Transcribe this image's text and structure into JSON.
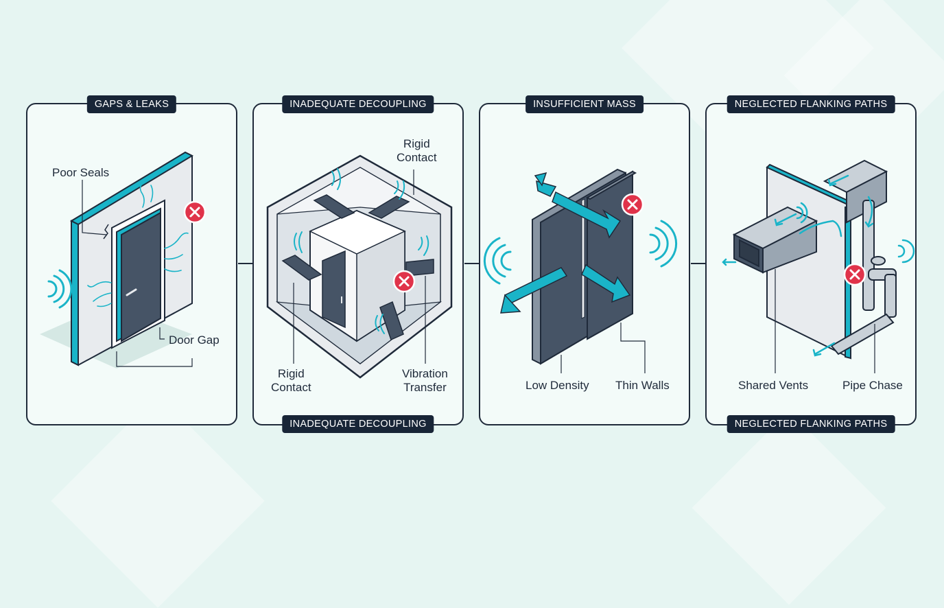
{
  "colors": {
    "background": "#e6f5f2",
    "panel_border": "#1f2a3a",
    "tag_background": "#182537",
    "accent": "#1ab4c8",
    "wall_dark": "#465466",
    "wall_light": "#e8ebee",
    "warning": "#e0334a"
  },
  "panels": [
    {
      "title": "GAPS & LEAKS",
      "callouts": [
        "Poor Seals",
        "Door Gap"
      ],
      "icons": [
        "door-icon",
        "sound-wave-icon",
        "warning-x-icon"
      ]
    },
    {
      "title": "INADEQUATE DECOUPLING",
      "bottom_title": "INADEQUATE DECOUPLING",
      "callouts": [
        "Rigid Contact",
        "Rigid Contact",
        "Vibration Transfer"
      ],
      "callout_lines": [
        [
          "Rigid",
          "Contact"
        ],
        [
          "Rigid",
          "Contact"
        ],
        [
          "Vibration",
          "Transfer"
        ]
      ],
      "icons": [
        "room-box-icon",
        "vibration-icon",
        "warning-x-icon"
      ]
    },
    {
      "title": "INSUFFICIENT MASS",
      "callouts": [
        "Low Density",
        "Thin Walls"
      ],
      "icons": [
        "wall-panel-icon",
        "arrow-icon",
        "sound-wave-icon",
        "warning-x-icon"
      ]
    },
    {
      "title": "NEGLECTED FLANKING PATHS",
      "bottom_title": "NEGLECTED FLANKING PATHS",
      "callouts": [
        "Shared Vents",
        "Pipe Chase"
      ],
      "icons": [
        "duct-icon",
        "pipe-icon",
        "warning-x-icon"
      ]
    }
  ]
}
